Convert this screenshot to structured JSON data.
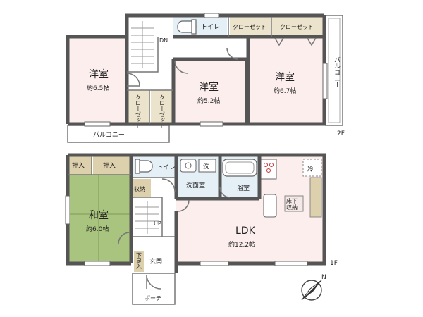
{
  "floor2": {
    "label": "2F",
    "western_room_left": {
      "name": "洋室",
      "size": "約6.5帖"
    },
    "western_room_center": {
      "name": "洋室",
      "size": "約5.2帖"
    },
    "western_room_right": {
      "name": "洋室",
      "size": "約6.7帖"
    },
    "toilet": "トイレ",
    "closet_1": "クローゼット",
    "closet_2": "クローゼット",
    "closet_v1": "クローゼット",
    "closet_v2": "クローゼット",
    "stair_dn": "DN",
    "balcony_bottom": "バルコニー",
    "balcony_right": "バルコニー"
  },
  "floor1": {
    "label": "1F",
    "japanese_room": {
      "name": "和室",
      "size": "約6.0帖"
    },
    "ldk": {
      "name": "LDK",
      "size": "約12.2帖"
    },
    "oshiire_1": "押入",
    "oshiire_2": "押入",
    "toilet": "トイレ",
    "wash_room": "洗面室",
    "washer": "洗",
    "bathroom": "浴室",
    "storage": "収納",
    "underfloor_storage": "床下収納",
    "fridge": "冷",
    "stair_up": "UP",
    "entrance": "玄関",
    "shoe_box": "下足入",
    "porch": "ポーチ"
  },
  "compass": {
    "north": "N"
  }
}
